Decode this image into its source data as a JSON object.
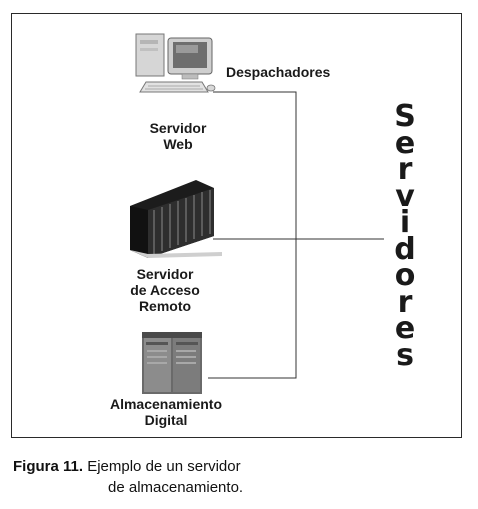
{
  "diagram": {
    "labels": {
      "dispatchers": "Despachadores",
      "web_server": [
        "Servidor",
        "Web"
      ],
      "remote_access_server": [
        "Servidor",
        "de Acceso",
        "Remoto"
      ],
      "digital_storage": [
        "Almacenamiento",
        "Digital"
      ]
    },
    "vertical_title": [
      "S",
      "e",
      "r",
      "v",
      "i",
      "d",
      "o",
      "r",
      "e",
      "s"
    ],
    "icons": {
      "web_server": "desktop-computer-icon",
      "remote_access_server": "server-rack-icon",
      "digital_storage": "storage-cabinet-icon"
    }
  },
  "caption": {
    "figure_label": "Figura 11.",
    "text_line1": "Ejemplo de un servidor",
    "text_line2": "de almacenamiento."
  }
}
